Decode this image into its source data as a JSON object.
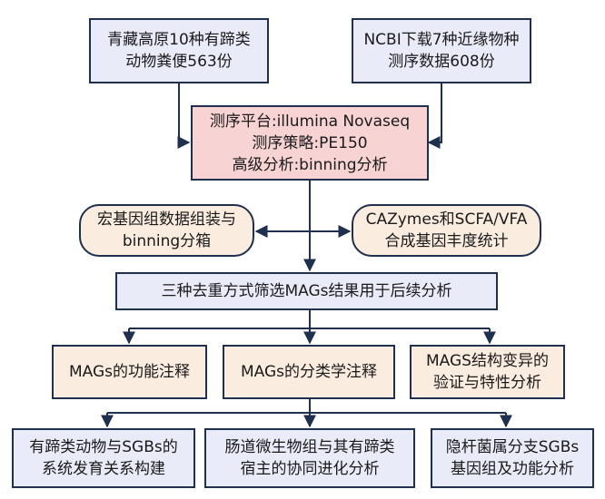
{
  "diagram": {
    "sample_left": {
      "lines": [
        "青藏高原10种有蹄类",
        "动物粪便563份"
      ]
    },
    "sample_right": {
      "lines": [
        "NCBI下载7种近缘物种",
        "测序数据608份"
      ]
    },
    "sequencing": {
      "lines": [
        "测序平台:illumina Novaseq",
        "测序策略:PE150",
        "高级分析:binning分析"
      ]
    },
    "assembly": {
      "lines": [
        "宏基因组数据组装与",
        "binning分箱"
      ]
    },
    "cazymes": {
      "lines": [
        "CAZymes和SCFA/VFA",
        "合成基因丰度统计"
      ]
    },
    "dereplication": {
      "lines": [
        "三种去重方式筛选MAGs结果用于后续分析"
      ]
    },
    "function_annotation": {
      "lines": [
        "MAGs的功能注释"
      ]
    },
    "taxonomy_annotation": {
      "lines": [
        "MAGs的分类学注释"
      ]
    },
    "structural_variation": {
      "lines": [
        "MAGS结构变异的",
        "验证与特性分析"
      ]
    },
    "phylogeny": {
      "lines": [
        "有蹄类动物与SGBs的",
        "系统发育关系构建"
      ]
    },
    "coevolution": {
      "lines": [
        "肠道微生物组与其有蹄类",
        "宿主的协同进化分析"
      ]
    },
    "bacteroides": {
      "lines": [
        "隐杆菌属分支SGBs",
        "基因组及功能分析"
      ]
    }
  },
  "colors": {
    "line": "#1f2f4e",
    "blue_fill": "#e9ecf8",
    "pink_fill": "#f7d3d3",
    "peach_fill": "#fbece0"
  }
}
